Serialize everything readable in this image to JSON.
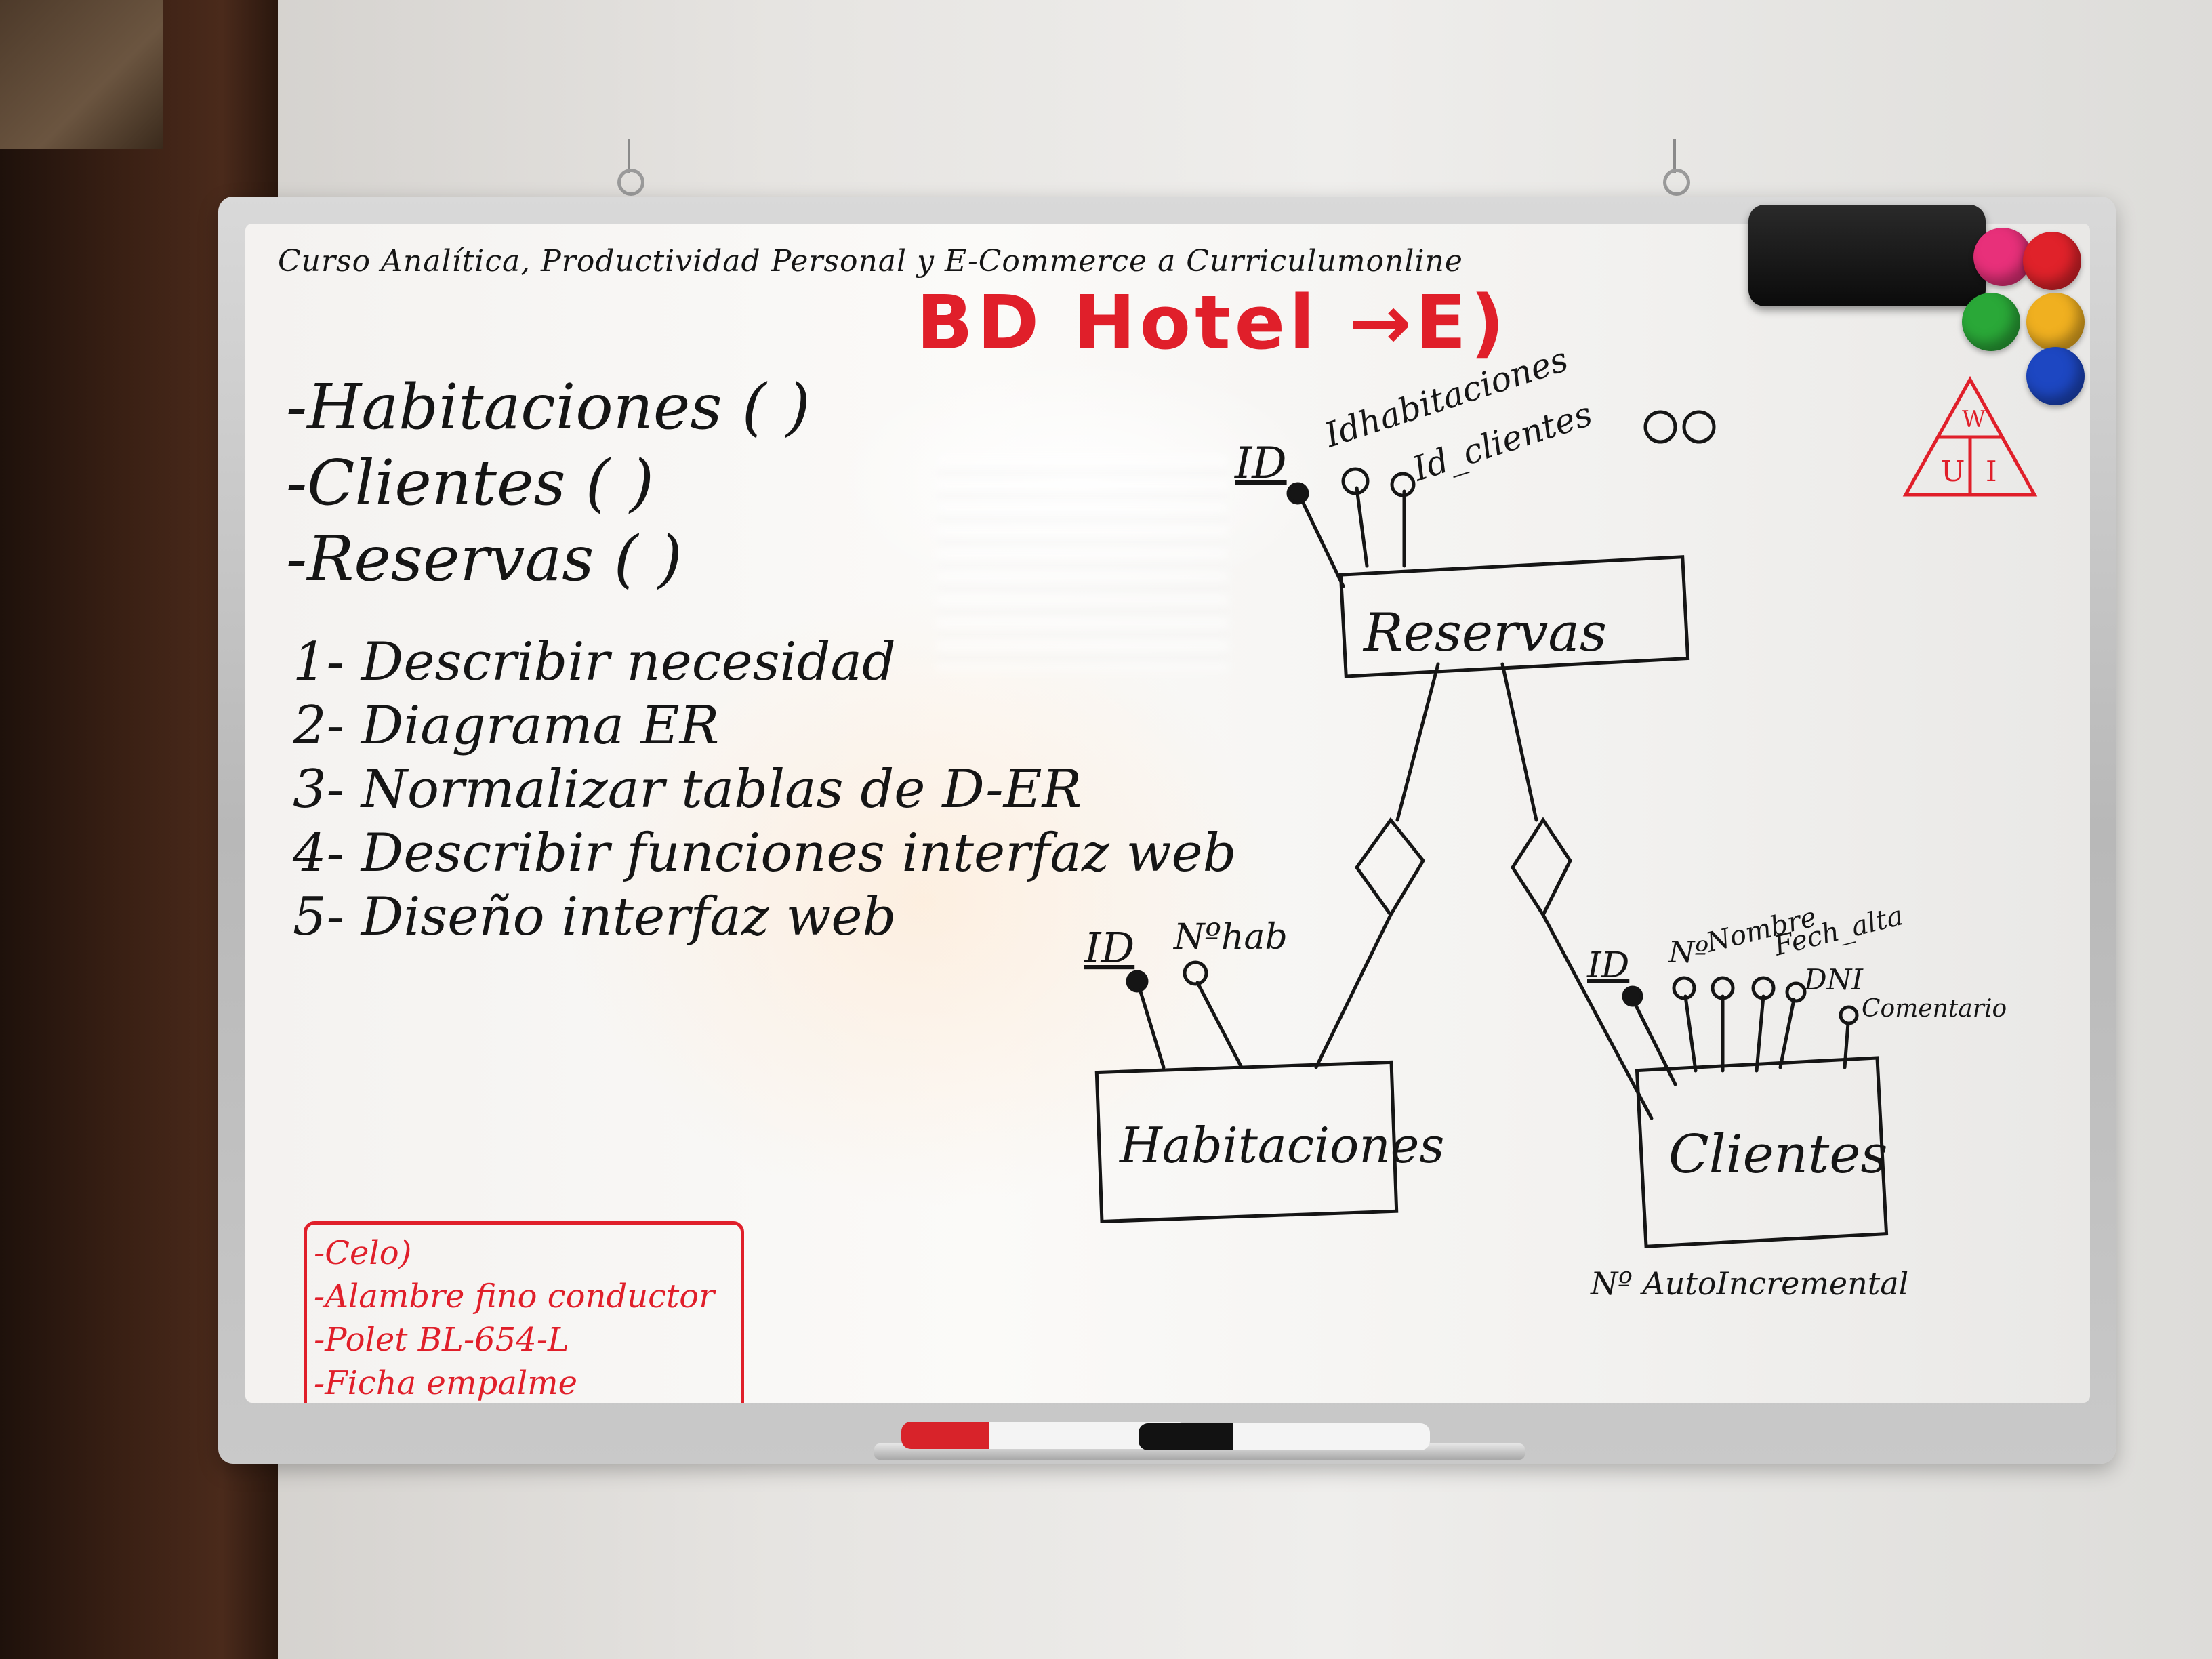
{
  "board": {
    "course_title": "Curso Analítica, Productividad Personal y E-Commerce a Curriculumonline",
    "bd_title": "BD Hotel →E)"
  },
  "entities_list": [
    "-Habitaciones (      )",
    "-Clientes (      )",
    "-Reservas (      )"
  ],
  "steps": [
    "1- Describir necesidad",
    "2- Diagrama ER",
    "3- Normalizar tablas de D-ER",
    "4- Describir funciones interfaz web",
    "5- Diseño interfaz web"
  ],
  "red_notes": [
    "-Celo)",
    "-Alambre fino conductor",
    "-Polet BL-654-L",
    "-Ficha empalme"
  ],
  "er": {
    "reservas": {
      "name": "Reservas",
      "attributes": [
        "ID",
        "Idhabitaciones",
        "Id_clientes"
      ]
    },
    "habitaciones": {
      "name": "Habitaciones",
      "attributes": [
        "ID",
        "Nºhab"
      ]
    },
    "clientes": {
      "name": "Clientes",
      "attributes": [
        "ID",
        "Nº",
        "Nombre",
        "Fech_alta",
        "DNI",
        "Comentario"
      ]
    },
    "note": "Nº AutoIncremental"
  },
  "warning_sign": {
    "top": "W",
    "bottom_left": "U",
    "bottom_right": "I"
  },
  "colors": {
    "red_ink": "#e01f2a",
    "black_ink": "#151515",
    "magnets": [
      "#e8307a",
      "#e0222a",
      "#2aa838",
      "#f0b020",
      "#1d47c2"
    ]
  }
}
